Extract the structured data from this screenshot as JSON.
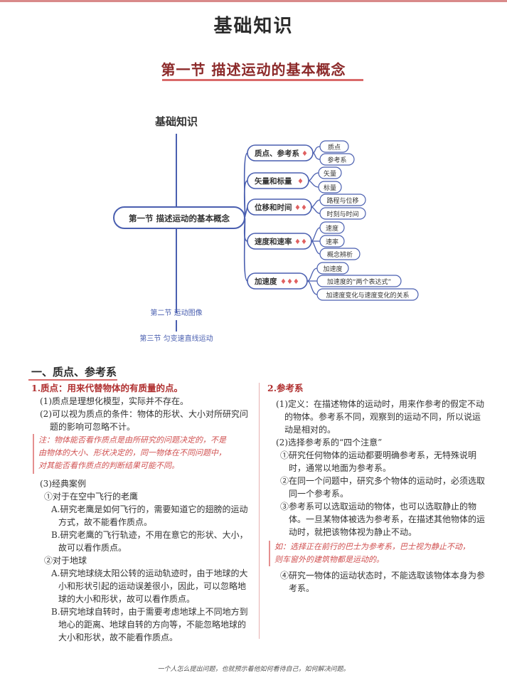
{
  "page_title": "基础知识",
  "section_title": "第一节  描述运动的基本概念",
  "mindmap": {
    "root_label": "基础知识",
    "center_label": "第一节 描述运动的基本概念",
    "branches": [
      {
        "label": "质点、参考系",
        "marks": "♦",
        "leaves": [
          "质点",
          "参考系"
        ]
      },
      {
        "label": "矢量和标量",
        "marks": "♦",
        "leaves": [
          "矢量",
          "标量"
        ]
      },
      {
        "label": "位移和时间",
        "marks": "♦♦",
        "leaves": [
          "路程与位移",
          "时刻与时间"
        ]
      },
      {
        "label": "速度和速率",
        "marks": "♦♦",
        "leaves": [
          "速度",
          "速率",
          "概念辨析"
        ]
      },
      {
        "label": "加速度",
        "marks": "♦♦♦",
        "leaves": [
          "加速度",
          "加速度的“两个表达式”",
          "加速度变化与速度变化的关系"
        ]
      }
    ],
    "other_sections": [
      "第二节 运动图像",
      "第三节 匀变速直线运动"
    ],
    "accent": "#4a5fb0",
    "mark_color": "#e06060"
  },
  "content": {
    "heading": "一、质点、参考系",
    "left": {
      "title": "1.质点：用来代替物体的有质量的点。",
      "p1": "(1)质点是理想化模型，实际并不存在。",
      "p2a": "(2)可以视为质点的条件：物体的形状、大小对所研究问",
      "p2b": "题的影响可忽略不计。",
      "note1": "注：物体能否看作质点是由所研究的问题决定的，不是",
      "note2": "由物体的大小、形状决定的，同一物体在不同问题中，",
      "note3": "对其能否看作质点的判断结果可能不同。",
      "p3": "(3)经典案例",
      "c1": "①对于在空中飞行的老鹰",
      "c1a1": "A.研究老鹰是如何飞行的，需要知道它的翅膀的运动",
      "c1a2": "方式，故不能看作质点。",
      "c1b1": "B.研究老鹰的飞行轨迹，不用在意它的形状、大小，",
      "c1b2": "故可以看作质点。",
      "c2": "②对于地球",
      "c2a1": "A.研究地球绕太阳公转的运动轨迹时，由于地球的大",
      "c2a2": "小和形状引起的运动误差很小，因此，可以忽略地",
      "c2a3": "球的大小和形状，故可以看作质点。",
      "c2b1": "B.研究地球自转时，由于需要考虑地球上不同地方到",
      "c2b2": "地心的距离、地球自转的方向等，不能忽略地球的",
      "c2b3": "大小和形状，故不能看作质点。"
    },
    "right": {
      "title": "2.参考系",
      "d1": "(1)定义：在描述物体的运动时，用来作参考的假定不动",
      "d2": "的物体。参考系不同，观察到的运动不同，所以说运",
      "d3": "动是相对的。",
      "s": "(2)选择参考系的“四个注意”",
      "n1a": "①研究任何物体的运动都要明确参考系，无特殊说明",
      "n1b": "时，通常以地面为参考系。",
      "n2a": "②在同一个问题中，研究多个物体的运动时，必须选取",
      "n2b": "同一个参考系。",
      "n3a": "③参考系可以选取运动的物体，也可以选取静止的物",
      "n3b": "体。一旦某物体被选为参考系，在描述其他物体的运",
      "n3c": "动时，就把该物体视为静止不动。",
      "note1": "如：选择正在前行的巴士为参考系，巴士视为静止不动，",
      "note2": "则车窗外的建筑物都是运动的。",
      "n4a": "④研究一物体的运动状态时，不能选取该物体本身为参",
      "n4b": "考系。"
    }
  },
  "footer": "一个人怎么提出问题，也就预示着他如何看待自己，如何解决问题。"
}
